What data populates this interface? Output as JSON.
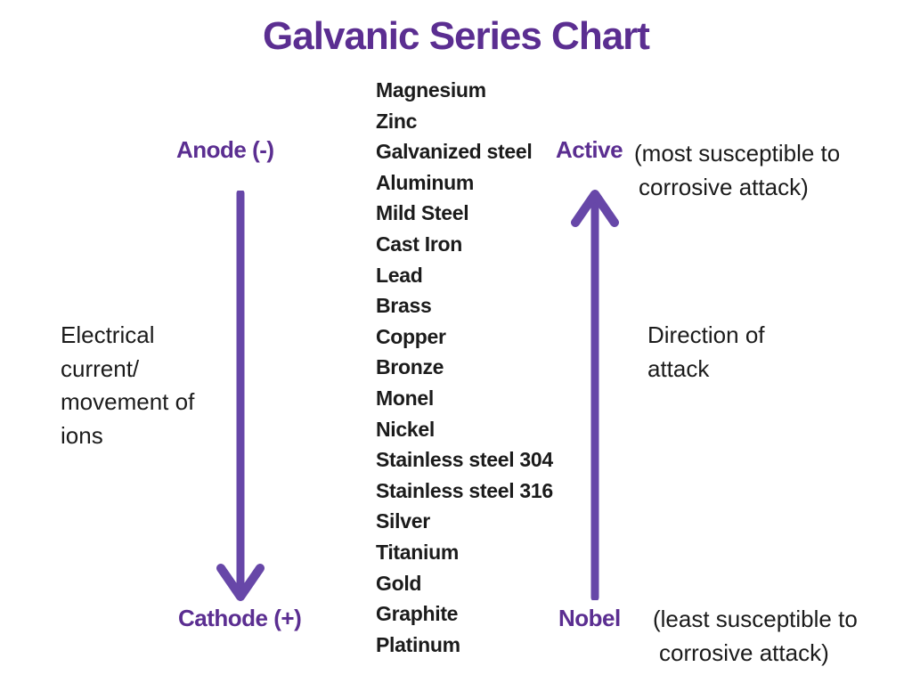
{
  "title": "Galvanic Series Chart",
  "colors": {
    "title_purple": "#5B2E91",
    "arrow_purple": "#6747A8",
    "text_black": "#1B1B1B",
    "background": "#FFFFFF"
  },
  "metals": [
    "Magnesium",
    "Zinc",
    "Galvanized steel",
    "Aluminum",
    "Mild Steel",
    "Cast Iron",
    "Lead",
    "Brass",
    "Copper",
    "Bronze",
    "Monel",
    "Nickel",
    "Stainless steel 304",
    "Stainless steel 316",
    "Silver",
    "Titanium",
    "Gold",
    "Graphite",
    "Platinum"
  ],
  "left": {
    "anode_label": "Anode (-)",
    "cathode_label": "Cathode (+)",
    "electrical_lines": [
      "Electrical",
      "current/",
      "movement of",
      "ions"
    ]
  },
  "right": {
    "active_label": "Active",
    "active_note_line1": "(most susceptible to",
    "active_note_line2": "corrosive attack)",
    "direction_lines": [
      "Direction of",
      "attack"
    ],
    "nobel_label": "Nobel",
    "nobel_note_line1": "(least susceptible to",
    "nobel_note_line2": "corrosive attack)"
  },
  "arrows": {
    "anode_to_cathode": "down",
    "direction_of_attack": "up"
  }
}
